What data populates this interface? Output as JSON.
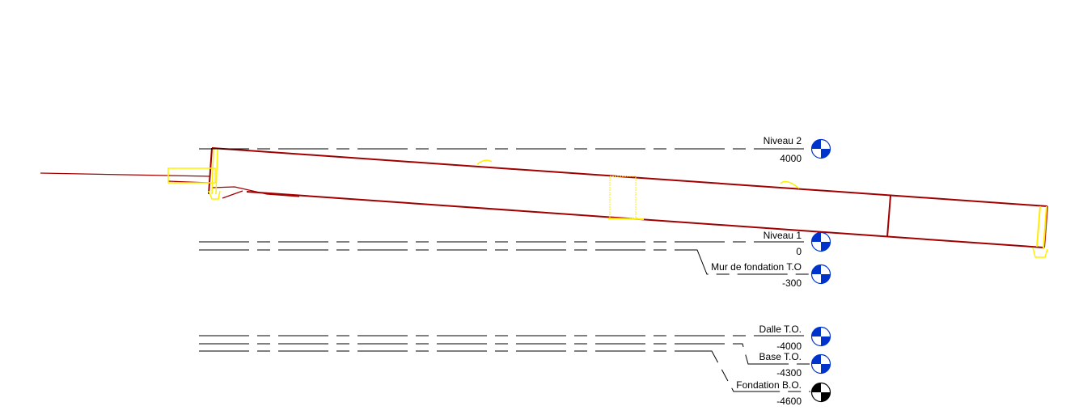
{
  "view": {
    "type": "section-view"
  },
  "colors": {
    "beam": "#a00000",
    "detail": "#ffff00",
    "level_head": "#0033cc",
    "level_head_base": "#000000",
    "level_line": "#000000"
  },
  "levels": [
    {
      "name": "Niveau 2",
      "elevation": "4000"
    },
    {
      "name": "Niveau 1",
      "elevation": "0"
    },
    {
      "name": "Mur de fondation T.O",
      "elevation": "-300"
    },
    {
      "name": "Dalle T.O.",
      "elevation": "-4000"
    },
    {
      "name": "Base T.O.",
      "elevation": "-4300"
    },
    {
      "name": "Fondation B.O.",
      "elevation": "-4600"
    }
  ]
}
